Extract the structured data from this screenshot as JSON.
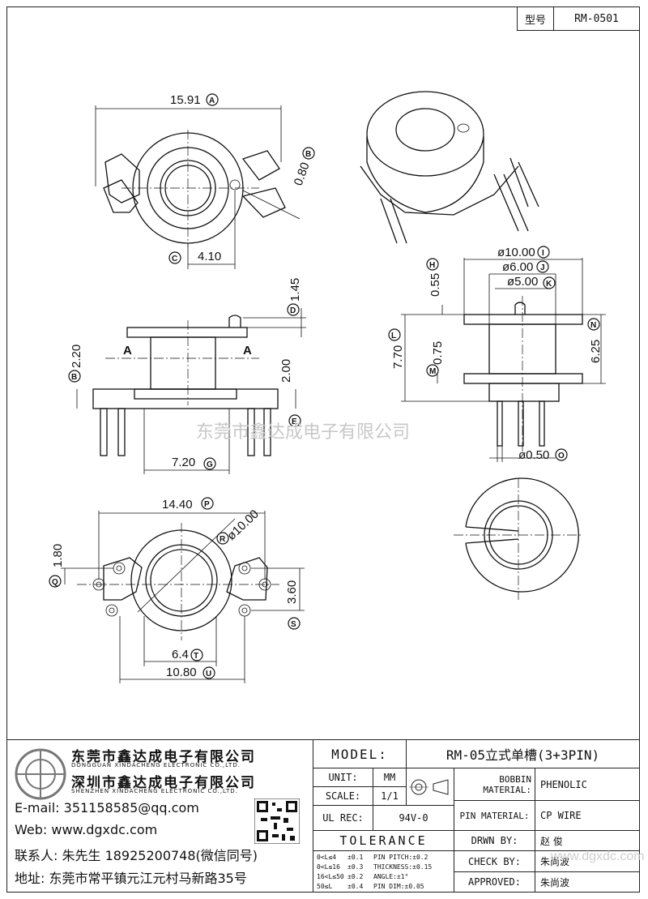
{
  "header": {
    "model_label": "型号",
    "model_value": "RM-0501"
  },
  "watermark": "东莞市鑫达成电子有限公司",
  "top_view": {
    "dim_width": "15.91",
    "tag_width": "A",
    "dim_slot": "0.80",
    "tag_slot": "B",
    "dim_offset": "4.10",
    "tag_offset": "C"
  },
  "side_view": {
    "dim_top": "1.45",
    "tag_top": "D",
    "dim_left": "2.20",
    "tag_left": "B",
    "dim_right": "2.00",
    "tag_right": "E",
    "dim_base": "7.20",
    "tag_base": "G",
    "section_a_left": "A",
    "section_a_right": "A"
  },
  "section_view": {
    "dim_phi10": "ø10.00",
    "tag_phi10": "I",
    "dim_phi6": "ø6.00",
    "tag_phi6": "J",
    "dim_phi5": "ø5.00",
    "tag_phi5": "K",
    "dim_055": "0.55",
    "tag_055": "H",
    "dim_770": "7.70",
    "tag_770": "L",
    "dim_075": "0.75",
    "tag_075": "M",
    "dim_625": "6.25",
    "tag_625": "N",
    "dim_pin": "ø0.50",
    "tag_pin": "O"
  },
  "bottom_view": {
    "dim_1440": "14.40",
    "tag_1440": "P",
    "dim_r10": "ø10.00",
    "tag_r10": "R",
    "dim_180": "1.80",
    "tag_180": "Q",
    "dim_360": "3.60",
    "tag_360": "S",
    "dim_64": "6.4",
    "tag_64": "T",
    "dim_1080": "10.80",
    "tag_1080": "U"
  },
  "company": {
    "name1": "东莞市鑫达成电子有限公司",
    "name1_en": "DONGGUAN XINDACHENG ELECTRONIC CO.,LTD.",
    "name2": "深圳市鑫达成电子有限公司",
    "name2_en": "SHENZHEN XINDACHENG ELECTRONIC CO.,LTD.",
    "email": "E-mail: 351158585@qq.com",
    "web": "Web: www.dgxdc.com",
    "contact": "联系人: 朱先生 18925200748(微信同号)",
    "address": "地址: 东莞市常平镇元江元村马新路35号"
  },
  "title_block": {
    "model_label": "MODEL:",
    "model_value": "RM-05立式单槽(3+3PIN)",
    "unit_label": "UNIT:",
    "unit_value": "MM",
    "scale_label": "SCALE:",
    "scale_value": "1/1",
    "ulrec_label": "UL REC:",
    "ulrec_value": "94V-0",
    "tolerance_label": "TOLERANCE",
    "tol_rows": [
      {
        "range": "0<L≤4",
        "tol": "±0.1",
        "item": "PIN PITCH:±0.2"
      },
      {
        "range": "0<L≤16",
        "tol": "±0.3",
        "item": "THICKNESS:±0.15"
      },
      {
        "range": "16<L≤50",
        "tol": "±0.2",
        "item": "ANGLE:±1°"
      },
      {
        "range": "50≤L",
        "tol": "±0.4",
        "item": "PIN DIM:±0.05"
      }
    ],
    "bobbin_label": "BOBBIN MATERIAL:",
    "bobbin_value": "PHENOLIC",
    "pin_label": "PIN MATERIAL:",
    "pin_value": "CP WIRE",
    "drawn_label": "DRWN BY:",
    "drawn_value": "赵 俊",
    "check_label": "CHECK BY:",
    "check_value": "朱尚波",
    "approved_label": "APPROVED:",
    "approved_value": "朱尚波",
    "watermark_small": "www.dgxdc.com"
  }
}
